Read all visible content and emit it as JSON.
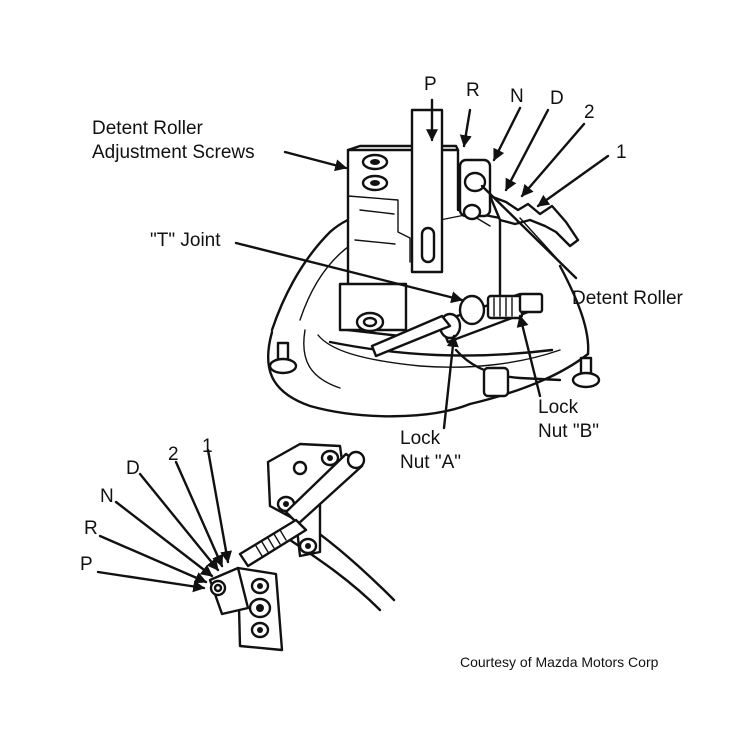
{
  "labels": {
    "detent_roller_adjustment_screws_line1": "Detent Roller",
    "detent_roller_adjustment_screws_line2": "Adjustment Screws",
    "t_joint": "\"T\" Joint",
    "detent_roller": "Detent Roller",
    "lock_nut_b_line1": "Lock",
    "lock_nut_b_line2": "Nut \"B\"",
    "lock_nut_a_line1": "Lock",
    "lock_nut_a_line2": "Nut \"A\"",
    "courtesy": "Courtesy of Mazda Motors Corp"
  },
  "upper_positions": [
    "P",
    "R",
    "N",
    "D",
    "2",
    "1"
  ],
  "lower_positions": [
    "P",
    "R",
    "N",
    "D",
    "2",
    "1"
  ],
  "colors": {
    "ink": "#111111",
    "background": "#ffffff"
  }
}
